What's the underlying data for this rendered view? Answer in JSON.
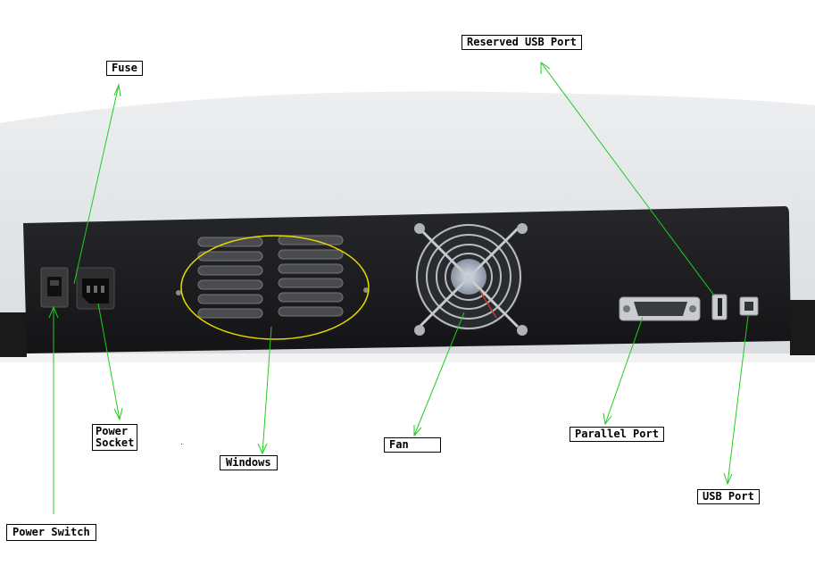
{
  "labels": {
    "fuse": "Fuse",
    "reserved_usb_port": "Reserved USB Port",
    "power_socket": "Power\nSocket",
    "windows": "Windows",
    "fan": "Fan",
    "parallel_port": "Parallel Port",
    "usb_port": "USB Port",
    "power_switch": "Power Switch"
  },
  "colors": {
    "leader_line": "#22cc22",
    "highlight_ellipse": "#e6d800",
    "device_panel": "#1c1c1e",
    "housing": "#e4e6e8"
  }
}
